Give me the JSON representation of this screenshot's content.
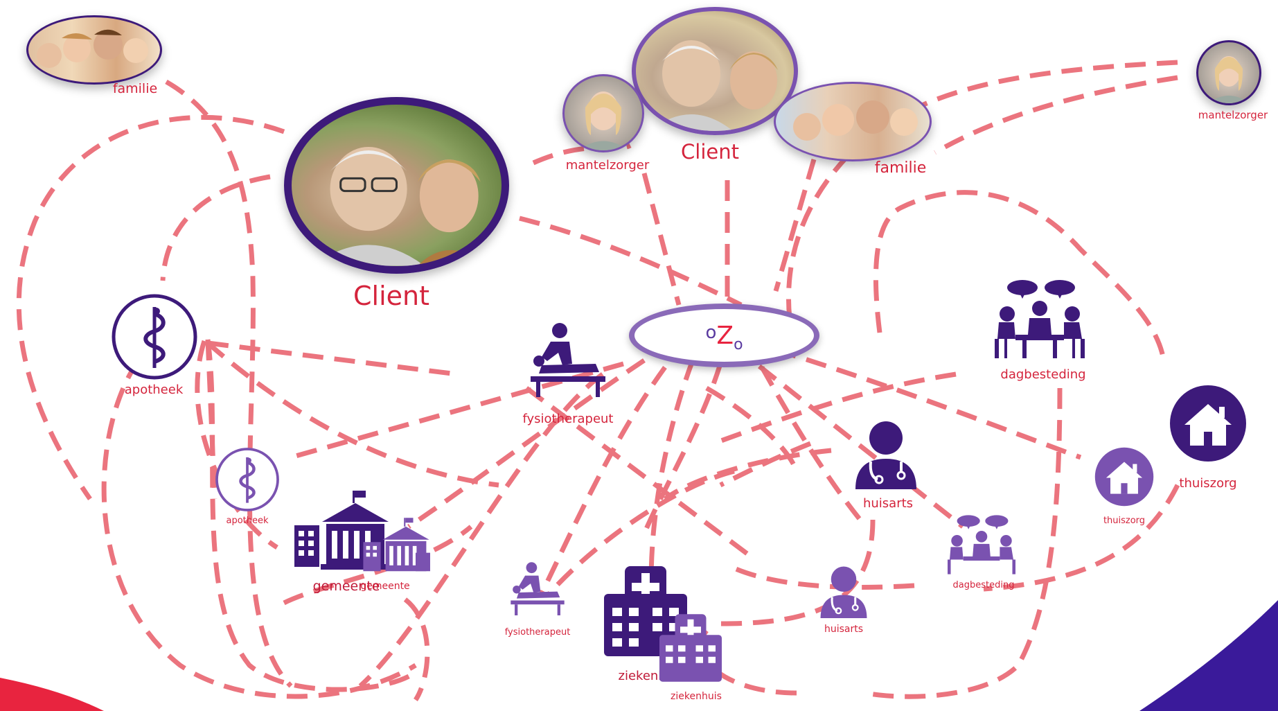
{
  "colors": {
    "line": "#ea6d78",
    "node_dark": "#3d1a7a",
    "node_light": "#7a52b0",
    "label_red": "#d4243c",
    "oval_border": "#8a6ab8",
    "corner_red": "#e8243f",
    "corner_purple": "#3a1a9a"
  },
  "center": {
    "logo": "ºZₒ",
    "logo_top": "o",
    "logo_mid": "Z",
    "logo_sub": "o"
  },
  "nodes": {
    "client_main": "Client",
    "client_top": "Client",
    "familie_top_left": "familie",
    "familie_top_right": "familie",
    "mantelzorger_mid": "mantelzorger",
    "mantelzorger_far_right": "mantelzorger",
    "apotheek_big": "apotheek",
    "apotheek_small": "apotheek",
    "fysio_big": "fysiotherapeut",
    "fysio_small": "fysiotherapeut",
    "gemeente_big": "gemeente",
    "gemeente_small": "gemeente",
    "ziekenhuis_big": "ziekenhuis",
    "ziekenhuis_small": "ziekenhuis",
    "huisarts_big": "huisarts",
    "huisarts_small": "huisarts",
    "dagbesteding_big": "dagbesteding",
    "dagbesteding_small": "dagbesteding",
    "thuiszorg_big": "thuiszorg",
    "thuiszorg_small": "thuiszorg"
  },
  "icons": {
    "photo": "person-photo-icon",
    "apotheek": "staff-of-asclepius-icon",
    "fysio": "massage-table-icon",
    "gemeente": "town-hall-icon",
    "ziekenhuis": "hospital-icon",
    "huisarts": "doctor-icon",
    "dagbesteding": "group-meeting-icon",
    "thuiszorg": "house-icon"
  }
}
